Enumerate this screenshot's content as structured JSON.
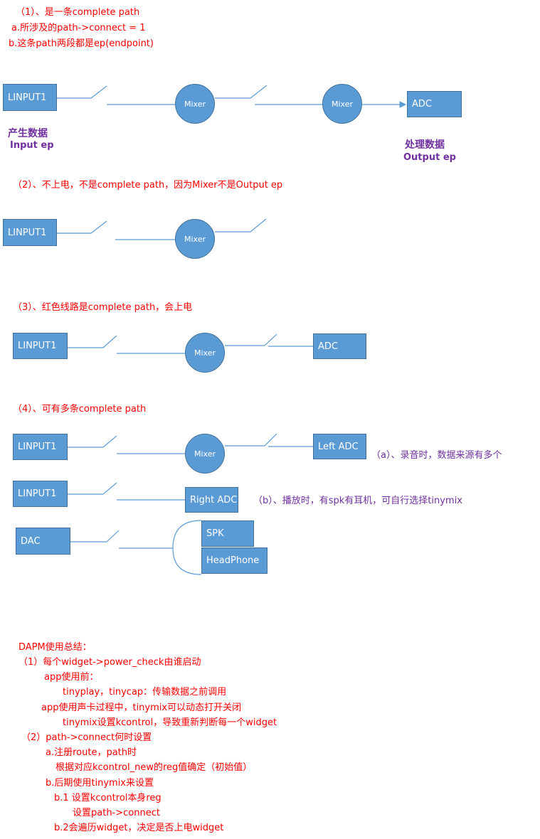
{
  "section1": {
    "title": "（1）、是一条complete path",
    "note_a": "a.所涉及的path->connect = 1",
    "note_b": "b.这条path两段都是ep(endpoint)",
    "input_label": "LINPUT1",
    "mixer1": "Mixer",
    "mixer2": "Mixer",
    "output_label": "ADC",
    "produce_title": "产生数据",
    "produce_sub": "Input ep",
    "process_title": "处理数据",
    "process_sub": "Output ep"
  },
  "section2": {
    "title": "（2）、不上电，不是complete path，因为Mixer不是Output ep",
    "input_label": "LINPUT1",
    "mixer": "Mixer"
  },
  "section3": {
    "title": "（3）、红色线路是complete path，会上电",
    "input_label": "LINPUT1",
    "mixer": "Mixer",
    "output_label": "ADC"
  },
  "section4": {
    "title": "（4）、可有多条complete path",
    "input1": "LINPUT1",
    "mixer": "Mixer",
    "left_adc": "Left ADC",
    "note_a": "（a）、录音时，数据来源有多个",
    "input2": "LINPUT1",
    "right_adc": "Right ADC",
    "note_b": "（b）、播放时，有spk有耳机，可自行选择tinymix",
    "dac": "DAC",
    "spk": "SPK",
    "headphone": "HeadPhone"
  },
  "summary": {
    "title": "DAPM使用总结：",
    "l1": "（1）每个widget->power_check由谁启动",
    "l2": "app使用前：",
    "l3": "tinyplay，tinycap：传输数据之前调用",
    "l4": "app使用声卡过程中，tinymix可以动态打开关闭",
    "l5": "tinymix设置kcontrol，导致重新判断每一个widget",
    "l6": "（2）path->connect何时设置",
    "l7": "a.注册route，path时",
    "l8": "根据对应kcontrol_new的reg值确定（初始值）",
    "l9": "b.后期使用tinymix来设置",
    "l10": "b.1 设置kcontrol本身reg",
    "l11": "设置path->connect",
    "l12": "b.2会遍历widget，决定是否上电widget"
  },
  "colors": {
    "block_fill": "#5b9bd5",
    "block_border": "#41719c",
    "note_red": "#ff0000",
    "note_purple": "#7030a0"
  }
}
